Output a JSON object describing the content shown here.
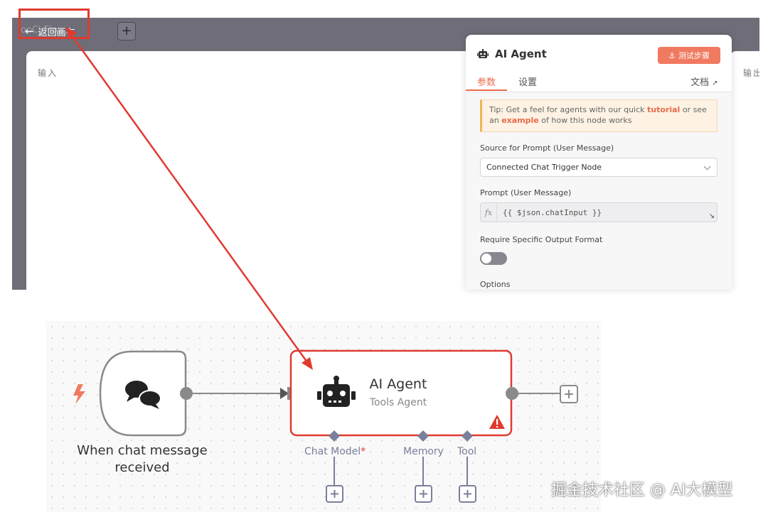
{
  "editor": {
    "back_label": "返回画布",
    "ghost_title": "ooCj Flow",
    "plus_label": "+",
    "input_label": "输入",
    "output_label": "输出"
  },
  "panel": {
    "title": "AI Agent",
    "test_step_label": "测试步骤",
    "tabs": {
      "params": "参数",
      "settings": "设置",
      "docs": "文档"
    },
    "tip": {
      "prefix": "Tip: Get a feel for agents with our quick ",
      "link1": "tutorial",
      "middle": " or see an ",
      "link2": "example",
      "suffix": " of how this node works"
    },
    "source_label": "Source for Prompt (User Message)",
    "source_value": "Connected Chat Trigger Node",
    "prompt_label": "Prompt (User Message)",
    "prompt_value": "{{ $json.chatInput }}",
    "fx": "fx",
    "format_label": "Require Specific Output Format",
    "options_label": "Options"
  },
  "workflow": {
    "trigger_label": "When chat message received",
    "agent_title": "AI Agent",
    "agent_subtitle": "Tools Agent",
    "chat_model_label": "Chat Model",
    "required_mark": "*",
    "memory_label": "Memory",
    "tool_label": "Tool"
  },
  "colors": {
    "accent": "#ea6b4c",
    "node_error_border": "#e03a2f",
    "connector": "#7a7f9a",
    "trigger_bolt": "#ef7a60"
  },
  "watermark": "掘金技术社区 @ AI大模型"
}
